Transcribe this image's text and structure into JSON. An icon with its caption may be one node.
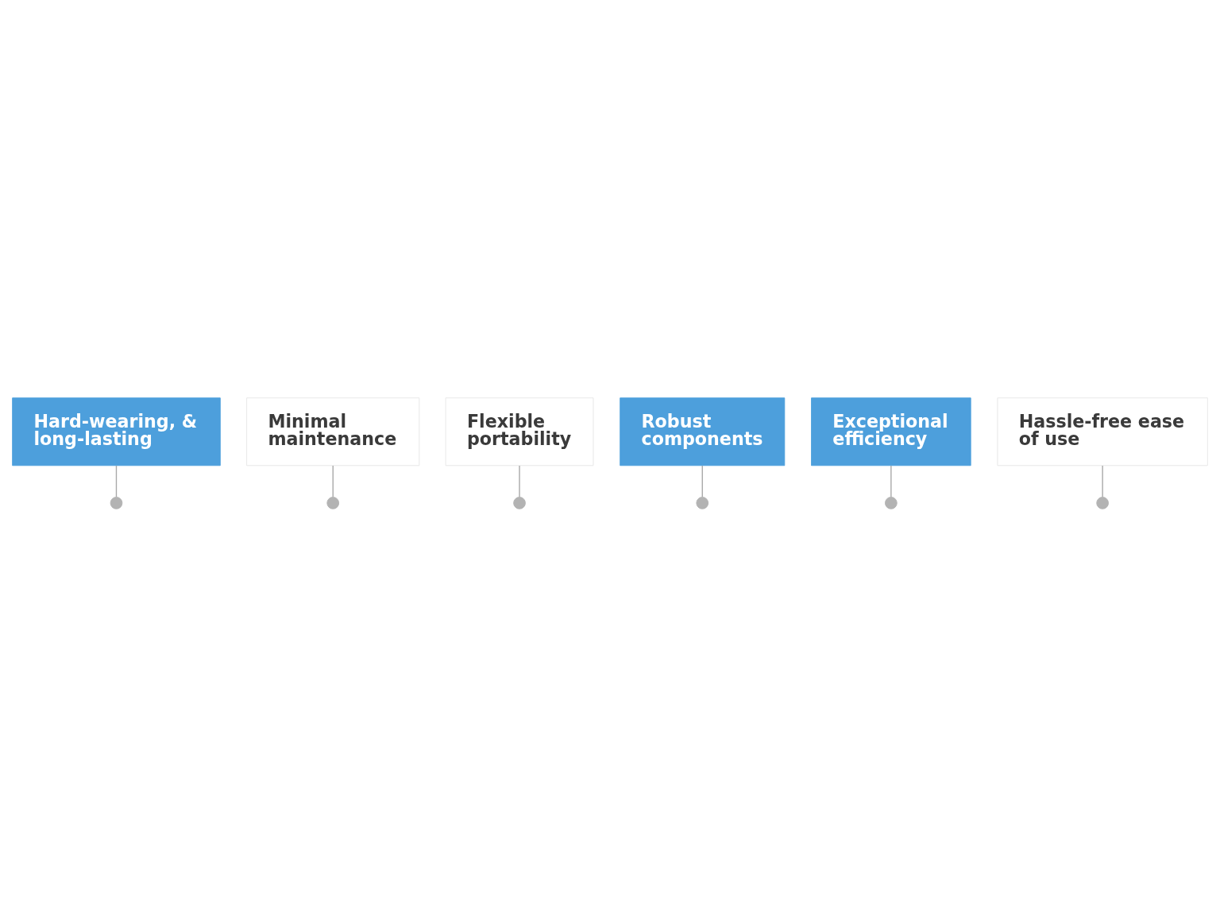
{
  "diagram": {
    "nodes": [
      {
        "text": [
          "Hard-wearing, & long-lasting"
        ]
      },
      {
        "text": [
          "Minimal maintenance"
        ]
      },
      {
        "text": [
          "Flexible portability"
        ]
      },
      {
        "text": [
          "Robust components"
        ]
      },
      {
        "text": [
          "Exceptional efficiency"
        ]
      },
      {
        "text": [
          "Hassle-free ease of use"
        ]
      },
      {
        "text": [],
        "shape": "circle"
      },
      {
        "text": [],
        "shape": "circle"
      },
      {
        "text": [],
        "shape": "circle"
      },
      {
        "text": [],
        "shape": "circle"
      },
      {
        "text": [],
        "shape": "circle"
      },
      {
        "text": [],
        "shape": "circle"
      }
    ],
    "edges": [
      {
        "from": 0,
        "to": 6,
        "arrow": "none"
      },
      {
        "from": 1,
        "to": 7,
        "arrow": "none"
      },
      {
        "from": 2,
        "to": 8,
        "arrow": "none"
      },
      {
        "from": 3,
        "to": 9,
        "arrow": "none"
      },
      {
        "from": 4,
        "to": 10,
        "arrow": "none"
      },
      {
        "from": 5,
        "to": 11,
        "arrow": "none"
      }
    ]
  }
}
